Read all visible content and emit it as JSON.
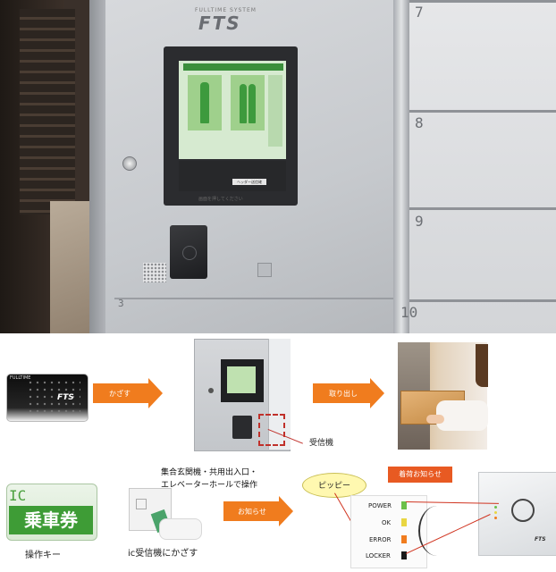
{
  "photo": {
    "brand_small": "FULLTIME SYSTEM",
    "brand_logo": "FTS",
    "locker_numbers": [
      "7",
      "8",
      "9",
      "10"
    ],
    "cabinet_number": "3",
    "screen_tag": "ヘッダー送信確",
    "screen_caption": "画面を押してください"
  },
  "steps": {
    "card_label": "FULLTIME",
    "card_logo": "FTS",
    "arrow1": "かざす",
    "arrow2": "取り出し",
    "arrow3": "お知らせ",
    "receiver_label": "受信機"
  },
  "bottom": {
    "ic_top": "IC",
    "ic_main": "乗車券",
    "ic_caption": "操作キー",
    "touch_caption": "ic受信機にかざす",
    "notice_line1": "集合玄関機・共用出入口・",
    "notice_line2": "エレベーターホールで操作",
    "bubble": "ピッピー",
    "notice_badge": "着荷お知らせ",
    "device_logo": "FTS"
  },
  "status_panel": [
    {
      "label": "POWER",
      "color": "#6cc04a"
    },
    {
      "label": "OK",
      "color": "#e9d642"
    },
    {
      "label": "ERROR",
      "color": "#f07c1e"
    },
    {
      "label": "LOCKER",
      "color": "#1a1a1a"
    }
  ],
  "colors": {
    "accent": "#f07c1e",
    "ic_green": "#3e9c36",
    "badge": "#e85a22"
  }
}
